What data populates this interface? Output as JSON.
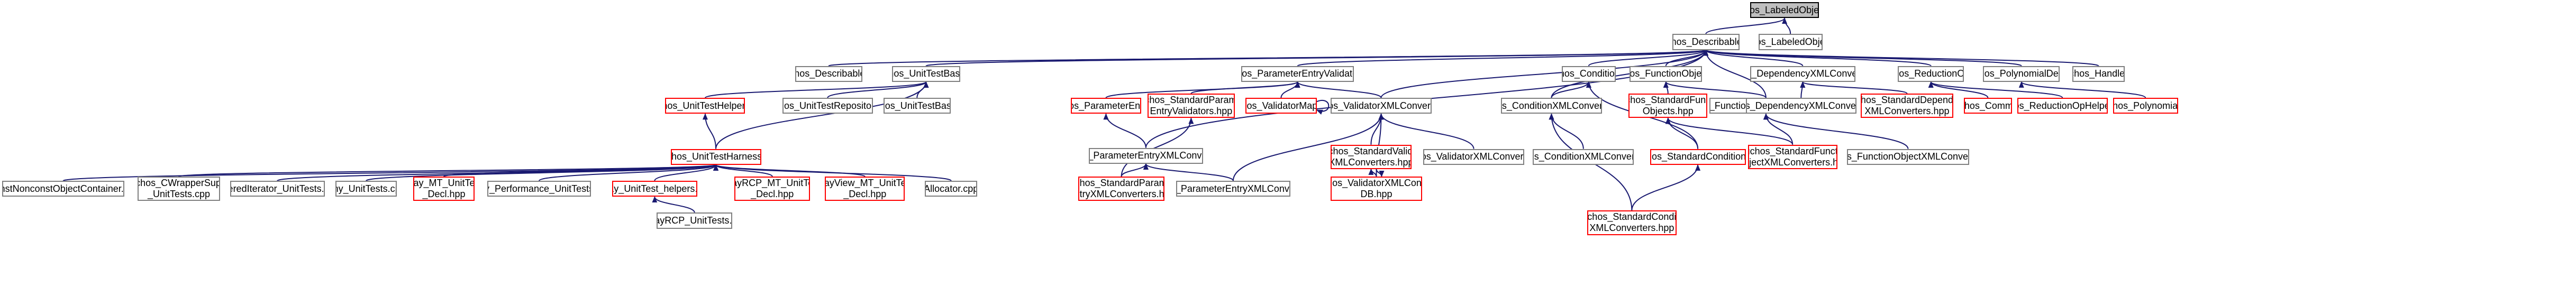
{
  "colors": {
    "edge": "#191970",
    "highlighted_fill": "#bfbfbf",
    "default_border": "#7f7f7f",
    "undocumented_border": "#ff0000"
  },
  "nodes": {
    "labeled_hpp": "Teuchos_LabeledObject.hpp",
    "describable_hpp": "Teuchos_Describable.hpp",
    "labeled_cpp": "Teuchos_LabeledObject.cpp",
    "describable_cpp": "Teuchos_Describable.cpp",
    "unittestbase_hpp": "Teuchos_UnitTestBase.hpp",
    "paramentryvalidator_hpp": "Teuchos_ParameterEntryValidator.hpp",
    "condition_hpp": "Teuchos_Condition.hpp",
    "functionobject_hpp": "Teuchos_FunctionObject.hpp",
    "depxmlconv_hpp": "Teuchos_DependencyXMLConverter.hpp",
    "reductionop_hpp": "Teuchos_ReductionOp.hpp",
    "polynomialdecl_hpp": "Teuchos_PolynomialDecl.hpp",
    "handle_hpp": "Teuchos_Handle.hpp",
    "unittesthelpers_hpp": "Teuchos_UnitTestHelpers.hpp",
    "unittestrepository_cpp": "Teuchos_UnitTestRepository.cpp",
    "unittestbase_cpp": "Teuchos_UnitTestBase.cpp",
    "paramentry_hpp": "Teuchos_ParameterEntry.hpp",
    "stdparamentryvalidators_hpp": "Teuchos_StandardParameter\nEntryValidators.hpp",
    "validatormaps_hpp": "Teuchos_ValidatorMaps.hpp",
    "validatorxmlconv_hpp": "Teuchos_ValidatorXMLConverter.hpp",
    "conditionxmlconv_hpp": "Teuchos_ConditionXMLConverter.hpp",
    "stdfunctionobjects_hpp": "Teuchos_StandardFunction\nObjects.hpp",
    "funcobjxmlconv_hpp": "Teuchos_FunctionObjectXMLConverter.hpp",
    "depxmlconv_cpp": "Teuchos_DependencyXMLConverter.cpp",
    "stddepxmlconvs_hpp": "Teuchos_StandardDependency\nXMLConverters.hpp",
    "comm_hpp": "Teuchos_Comm.hpp",
    "reductionophelpers_hpp": "Teuchos_ReductionOpHelpers.hpp",
    "polynomial_hpp": "Teuchos_Polynomial.hpp",
    "unittestharness_hpp": "Teuchos_UnitTestHarness.hpp",
    "paramentryxmlconv_hpp": "Teuchos_ParameterEntryXMLConverter.hpp",
    "stdvalidatorxmlconvs_hpp": "Teuchos_StandardValidator\nXMLConverters.hpp",
    "validatorxmlconv_cpp": "Teuchos_ValidatorXMLConverter.cpp",
    "conditionxmlconv_cpp": "Teuchos_ConditionXMLConverter.cpp",
    "stdconditions_hpp": "Teuchos_StandardConditions.hpp",
    "stdfuncobjxmlconvs_hpp": "Teuchos_StandardFunction\nObjectXMLConverters.hpp",
    "funcobjxmlconv_cpp": "Teuchos_FunctionObjectXMLConverter.cpp",
    "constnonconst_cpp": "ConstNonconstObjectContainer.cpp",
    "cwrappersupport_cpp": "Teuchos_CWrapperSupport\n_UnitTests.cpp",
    "filterediterator_cpp": "FilteredIterator_UnitTests.cpp",
    "any_cpp": "Any_UnitTests.cpp",
    "array_mt_decl_hpp": "Array_MT_UnitTests\n_Decl.hpp",
    "array_perf_cpp": "Array_Performance_UnitTests.cpp",
    "array_helpers_hpp": "Array_UnitTest_helpers.hpp",
    "arrayrcp_mt_decl_hpp": "ArrayRCP_MT_UnitTests\n_Decl.hpp",
    "arrayview_mt_decl_hpp": "ArrayView_MT_UnitTests\n_Decl.hpp",
    "allocator_cpp": "Allocator.cpp",
    "stdparamentryxmlconvs_hpp": "Teuchos_StandardParameter\nEntryXMLConverters.hpp",
    "paramentryxmlconv_cpp": "Teuchos_ParameterEntryXMLConverter.cpp",
    "validatorxmlconvdb_hpp": "Teuchos_ValidatorXMLConverter\nDB.hpp",
    "stdconditionxmlconvs_hpp": "Teuchos_StandardCondition\nXMLConverters.hpp",
    "arrayrcp_cpp": "ArrayRCP_UnitTests.cpp"
  }
}
